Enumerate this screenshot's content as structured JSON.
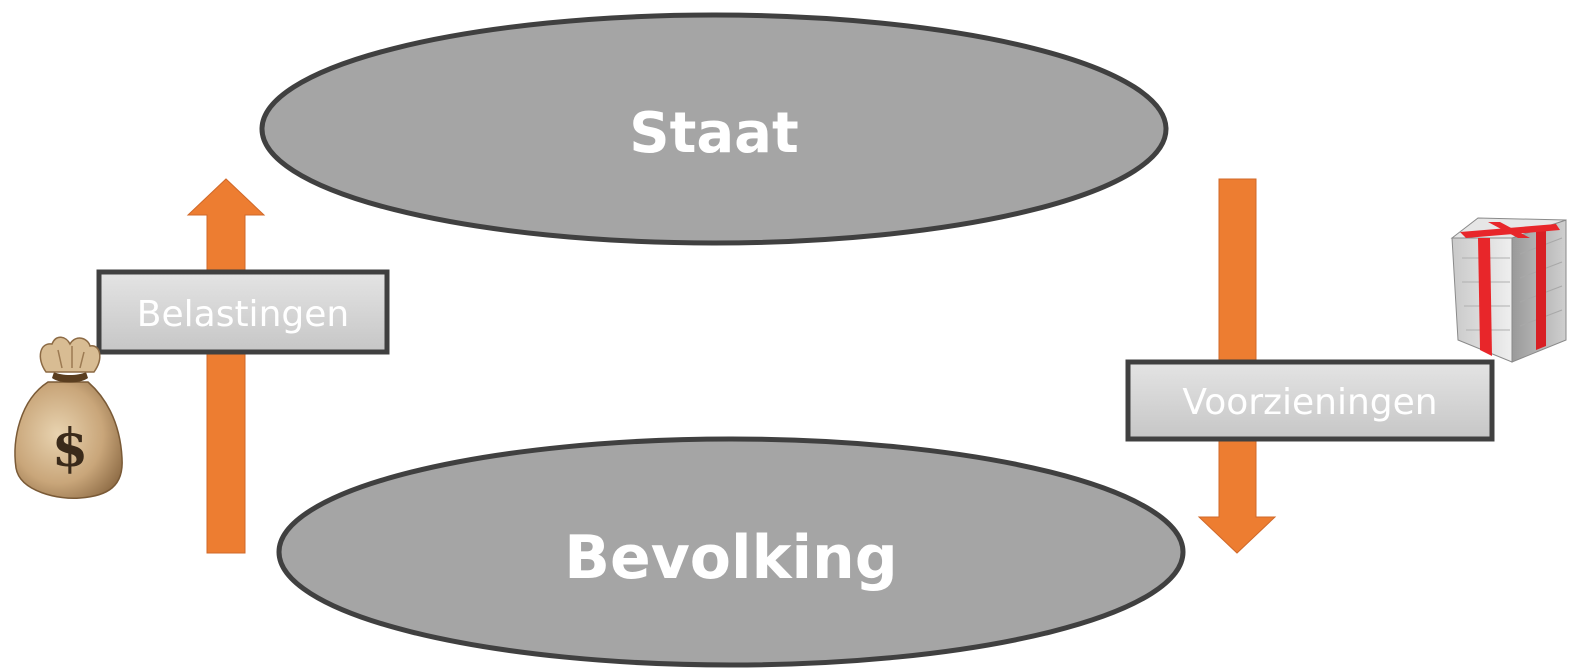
{
  "diagram": {
    "top_node": {
      "label": "Staat"
    },
    "bottom_node": {
      "label": "Bevolking"
    },
    "upward_flow": {
      "label": "Belastingen",
      "icon": "money-bag-icon"
    },
    "downward_flow": {
      "label": "Voorzieningen",
      "icon": "gift-box-icon"
    },
    "colors": {
      "node_fill": "#a5a5a5",
      "node_stroke": "#404040",
      "arrow_fill": "#ed7d31",
      "label_box_fill": "#d0d0d0",
      "label_box_stroke": "#404040"
    }
  }
}
